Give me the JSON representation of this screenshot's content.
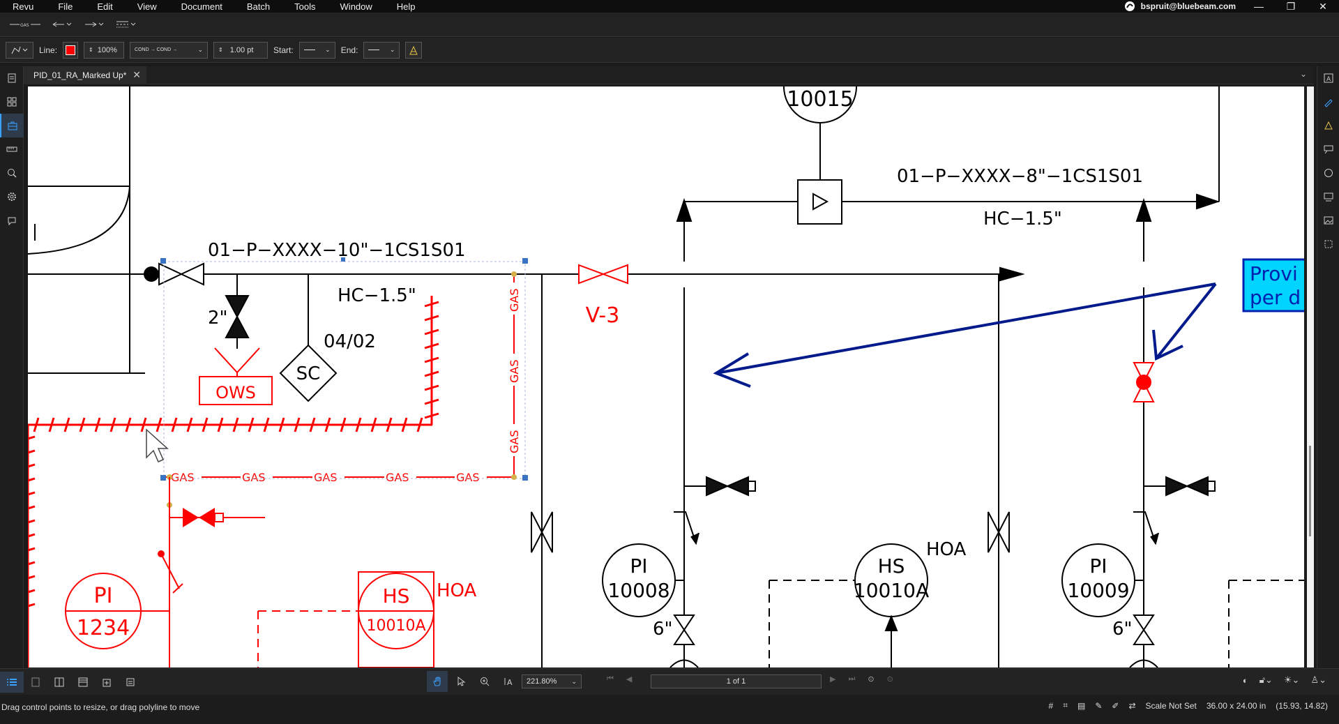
{
  "menu": [
    "Revu",
    "File",
    "Edit",
    "View",
    "Document",
    "Batch",
    "Tools",
    "Window",
    "Help"
  ],
  "user": {
    "email": "bspruit@bluebeam.com"
  },
  "window_controls": {
    "minimize": "—",
    "restore": "❐",
    "close": "✕"
  },
  "toolbar1": {
    "line_style_label": "GAS"
  },
  "toolbar2": {
    "line_label": "Line:",
    "line_color": "#ff0000",
    "opacity": "100%",
    "line_pattern_label": "COND → COND →",
    "width": "1.00 pt",
    "start_label": "Start:",
    "end_label": "End:"
  },
  "tab": {
    "title": "PID_01_RA_Marked Up*"
  },
  "drawing": {
    "pipe_10": "01−P−XXXX−10\"−1CS1S01",
    "pipe_8": "01−P−XXXX−8\"−1CS1S01",
    "hc_left": "HC−1.5\"",
    "hc_right": "HC−1.5\"",
    "tag_10015": "10015",
    "size_2": "2\"",
    "ows": "OWS",
    "sc": "SC",
    "sc_ref": "04/02",
    "v3": "V-3",
    "gas": "GAS",
    "pi_10008_a": "PI",
    "pi_10008_b": "10008",
    "hs_10010a_a": "HS",
    "hs_10010a_b": "10010A",
    "hoa": "HOA",
    "pi_10009_a": "PI",
    "pi_10009_b": "10009",
    "size_6": "6\"",
    "pi_1234_a": "PI",
    "pi_1234_b": "1234",
    "red_hs_a": "HS",
    "red_hs_b": "10010A",
    "red_hoa": "HOA",
    "callout_line1": "Provi",
    "callout_line2": "per d"
  },
  "navbar": {
    "zoom": "221.80%",
    "page": "1 of 1"
  },
  "status": {
    "message": "Drag control points to resize, or drag polyline to move",
    "scale": "Scale Not Set",
    "page_size": "36.00 x 24.00 in",
    "coords": "(15.93, 14.82)"
  }
}
